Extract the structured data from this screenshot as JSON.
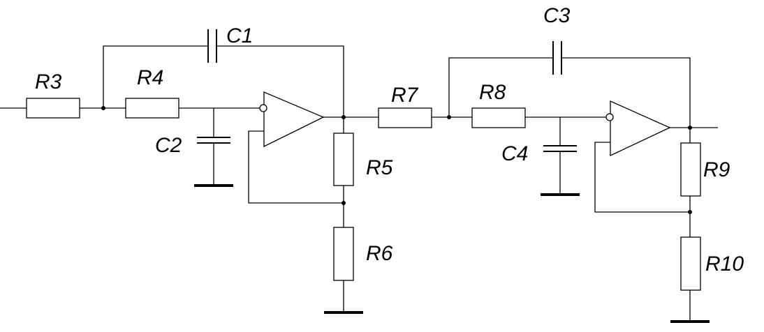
{
  "labels": {
    "R3": "R3",
    "R4": "R4",
    "C1": "C1",
    "C2": "C2",
    "R5": "R5",
    "R6": "R6",
    "R7": "R7",
    "R8": "R8",
    "C3": "C3",
    "C4": "C4",
    "R9": "R9",
    "R10": "R10"
  }
}
